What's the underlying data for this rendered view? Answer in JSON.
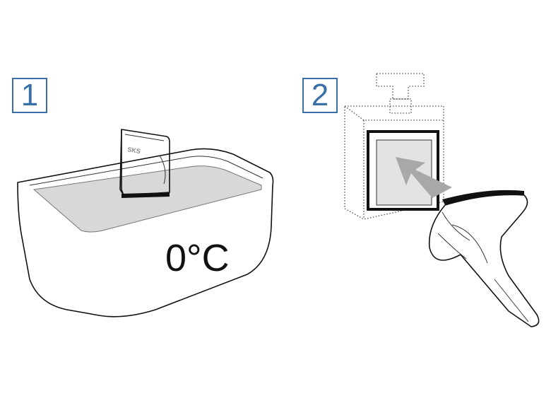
{
  "steps": {
    "step1": {
      "number": "1"
    },
    "step2": {
      "number": "2"
    }
  },
  "labels": {
    "temperature": "0°C",
    "ski_brand": "SKS"
  },
  "colors": {
    "step_box": "#3a6fa8",
    "ice_fill": "#d8d8d8",
    "arrow": "#a8a8a8",
    "line": "#111111"
  }
}
